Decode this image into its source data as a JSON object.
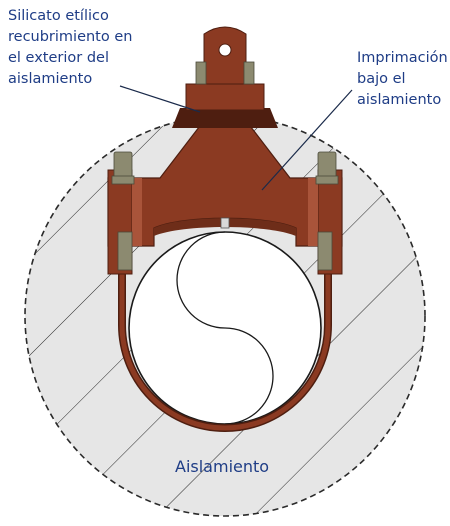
{
  "labels": {
    "coating_outside": "Silicato etílico\nrecubrimiento en\nel exterior del\naislamiento",
    "primer_under": "Imprimación\nbajo el\naislamiento",
    "insulation": "Aislamiento"
  },
  "colors": {
    "label_text": "#1f3d86",
    "insulation_fill": "#e6e6e6",
    "insulation_hatch": "#2a2a2a",
    "clamp_body": "#8b3a22",
    "clamp_dark": "#4e1e10",
    "clamp_light": "#a9543a",
    "bolt": "#8c8a70",
    "leader_line": "#1a2a4a"
  }
}
